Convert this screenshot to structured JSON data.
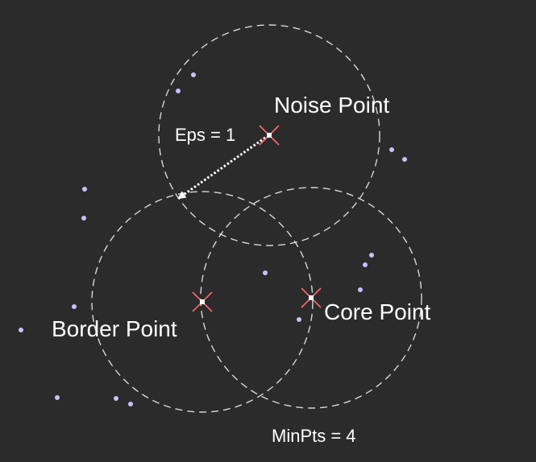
{
  "labels": {
    "noise": "Noise Point",
    "border": "Border Point",
    "core": "Core Point",
    "eps": "Eps = 1",
    "minpts": "MinPts = 4"
  },
  "colors": {
    "background": "#2b2b2b",
    "circle": "#d8d8d8",
    "text": "#ffffff",
    "point": "#c8c0ff",
    "marker": "#ff6a6a",
    "arrow": "#ffffff"
  }
}
